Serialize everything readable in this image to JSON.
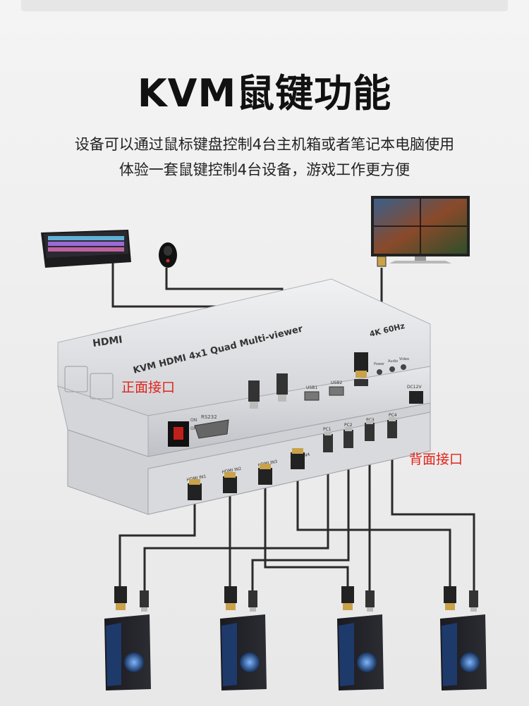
{
  "title": "KVM鼠键功能",
  "description": {
    "line1": "设备可以通过鼠标键盘控制4台主机箱或者笔记本电脑使用",
    "line2": "体验一套鼠键控制4台设备，游戏工作更方便"
  },
  "callouts": {
    "front": "正面接口",
    "back": "背面接口"
  },
  "device": {
    "logo": "HDMI",
    "front_label": "KVM  HDMI 4x1 Quad Multi-viewer",
    "resolution": "4K 60Hz",
    "front_ports": [
      "USB1",
      "USB2"
    ],
    "buttons": [
      "Power",
      "Audio",
      "Video"
    ],
    "rs232": "RS232",
    "power_switch": [
      "ON",
      "OFF"
    ],
    "dc": "DC12V",
    "hdmi_in": [
      "HDMI IN1",
      "HDMI IN2",
      "HDMI IN3",
      "HDMI IN4"
    ],
    "pc_ports": [
      "PC1",
      "PC2",
      "PC3",
      "PC4"
    ]
  },
  "colors": {
    "accent": "#e0241b",
    "cable": "#2a2a2a",
    "chassis": "#dcdde0"
  }
}
